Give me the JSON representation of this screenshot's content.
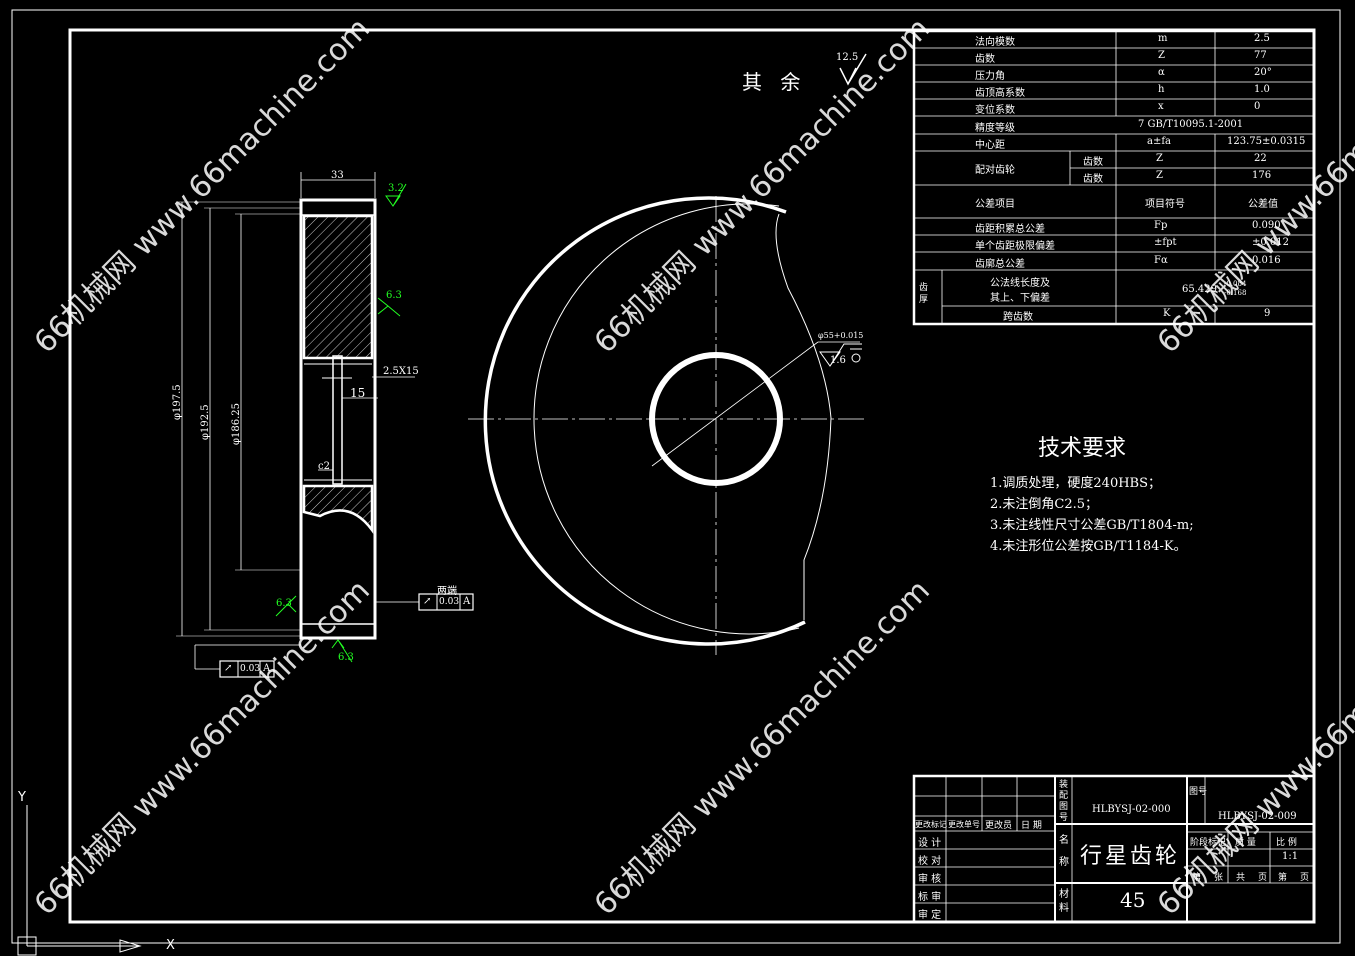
{
  "param_table": {
    "rows": [
      {
        "name": "法向模数",
        "symbol": "m",
        "value": "2.5"
      },
      {
        "name": "齿数",
        "symbol": "Z",
        "value": "77"
      },
      {
        "name": "压力角",
        "symbol": "α",
        "value": "20°"
      },
      {
        "name": "齿顶高系数",
        "symbol": "h",
        "value": "1.0"
      },
      {
        "name": "变位系数",
        "symbol": "x",
        "value": "0"
      },
      {
        "name": "精度等级",
        "symbol": "7 GB/T10095.1-2001",
        "value": ""
      },
      {
        "name": "中心距",
        "symbol": "a±fa",
        "value": "123.75±0.0315"
      }
    ],
    "mating": {
      "label": "配对齿轮",
      "sub1": "齿数",
      "sym1": "Z",
      "val1": "22",
      "sub2": "齿数",
      "sym2": "Z",
      "val2": "176"
    },
    "tol_header": {
      "name": "公差项目",
      "symbol": "项目符号",
      "value": "公差值"
    },
    "tol_rows": [
      {
        "name": "齿距积累总公差",
        "symbol": "Fp",
        "value": "0.090"
      },
      {
        "name": "单个齿距极限偏差",
        "symbol": "±fpt",
        "value": "±0.012"
      },
      {
        "name": "齿廓总公差",
        "symbol": "Fα",
        "value": "0.016"
      }
    ],
    "thickness": {
      "label": "齿厚",
      "name1": "公法线长度及",
      "name2": "其上、下偏差",
      "value": "65.429",
      "upper": "-0.084",
      "lower": "-0.168"
    },
    "span": {
      "name": "跨齿数",
      "symbol": "K",
      "value": "9"
    }
  },
  "roughness_note": {
    "label": "其 余",
    "value": "12.5"
  },
  "tech": {
    "title": "技术要求",
    "items": [
      "1.调质处理，硬度240HBS；",
      "2.未注倒角C2.5；",
      "3.未注线性尺寸公差GB/T1804-m;",
      "4.未注形位公差按GB/T1184-K。"
    ]
  },
  "dims": {
    "width": "33",
    "d1": "φ197.5",
    "d2": "φ192.5",
    "d3": "φ186.25",
    "chamfer": "2.5X15",
    "keyway": "15",
    "c2": "c2",
    "r1": "3.2",
    "r2": "6.3",
    "r3": "6.3",
    "r4": "6.3",
    "bore_dim": "φ55+0.015",
    "bore_r": "1.6",
    "both_ends": "两端",
    "runout_sym": "↗",
    "runout1": "0.03",
    "runout1_ref": "A",
    "runout2": "0.03",
    "runout2_ref": "A"
  },
  "title_block": {
    "drawing_no_label": "装配图号",
    "drawing_no": "HLBYSJ-02-000",
    "part_no_label": "图号",
    "part_no": "HLBYSJ-02-009",
    "name_label": "名称",
    "name": "行星齿轮",
    "material_label": "材料",
    "material": "45",
    "change_cols": [
      "更改标记",
      "更改单号",
      "更改员",
      "日 期"
    ],
    "roles": [
      "设 计",
      "校 对",
      "审 核",
      "标 审",
      "审 定"
    ],
    "attr_cols": [
      "阶段标记",
      "质 量",
      "比 例"
    ],
    "scale": "1:1",
    "sheet": [
      "第",
      "张",
      "共",
      "页",
      "第",
      "页"
    ]
  },
  "watermark": "66机械网 www.66machine.com",
  "axis_labels": {
    "y": "Y",
    "x": "X"
  }
}
